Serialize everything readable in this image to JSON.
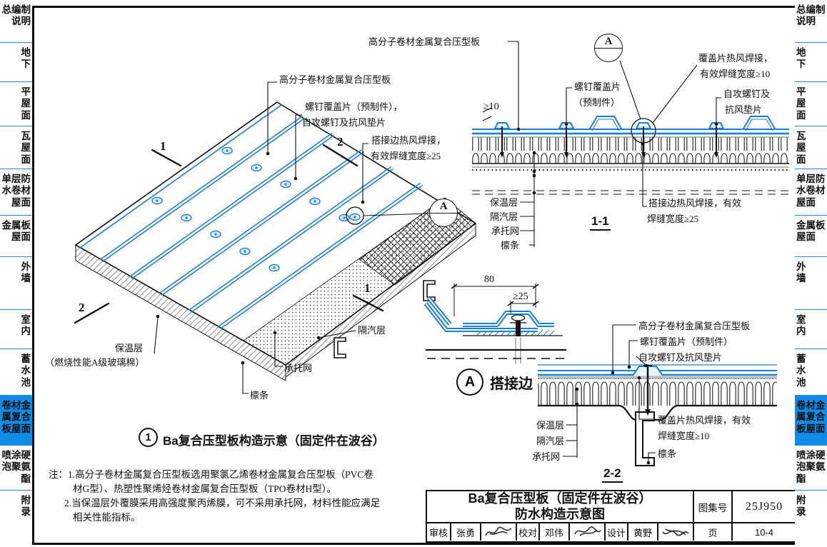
{
  "sidebar": {
    "items": [
      "总编制\n说明",
      "地\n下",
      "平\n屋\n面",
      "瓦\n屋\n面",
      "单层防\n水卷材\n屋面",
      "金属板\n屋面",
      "外\n墙",
      "室\n内",
      "蓄\n水\n池",
      "卷材金\n属复合\n板屋面",
      "喷涂硬\n泡聚氨\n酯",
      "附\n录"
    ],
    "active_index": 9,
    "active_color": "#0f8ce8"
  },
  "colors": {
    "drawing_blue": "#1b7fd6",
    "divider_blue": "#2f86d6"
  },
  "fig1": {
    "caption_num": "1",
    "caption": "Ba复合压型板构造示意（固定件在波谷）",
    "marker": "A",
    "cut_top_left": "1",
    "cut_top_right": "2",
    "cut_bottom_left": "2",
    "cut_bottom_right": "1",
    "labels": {
      "panel": "高分子卷材金属复合压型板",
      "cover_line1": "螺钉覆盖片（预制件），",
      "cover_line2": "自攻螺钉及抗风垫片",
      "lapweld_line1": "搭接边热风焊接，",
      "lapweld_line2": "有效焊缝宽度≥25",
      "insulation_line1": "保温层",
      "insulation_line2": "（燃烧性能A级玻璃棉）",
      "vapor": "隔汽层",
      "mesh": "承托网",
      "purlin": "檩条"
    }
  },
  "sec11": {
    "title": "1-1",
    "marker": "A",
    "dim_seam": "≥10",
    "labels": {
      "panel": "高分子卷材金属复合压型板",
      "coverweld_line1": "覆盖片热风焊接，",
      "coverweld_line2": "有效焊缝宽度≥10",
      "cover_line1": "螺钉覆盖片",
      "cover_line2": "（预制件）",
      "screw_line1": "自攻螺钉及",
      "screw_line2": "抗风垫片",
      "insulation": "保温层",
      "vapor": "隔汽层",
      "mesh": "承托网",
      "purlin": "檩条",
      "lapweld_line1": "搭接边热风焊接，有效",
      "lapweld_line2": "焊缝宽度≥25"
    }
  },
  "detailA": {
    "dim_80": "80",
    "dim_25": "≥25",
    "marker": "A",
    "caption": "搭接边"
  },
  "sec22": {
    "title": "2-2",
    "labels": {
      "panel": "高分子卷材金属复合压型板",
      "cover": "螺钉覆盖片（预制件）",
      "screw": "自攻螺钉及抗风垫片",
      "insulation": "保温层",
      "vapor": "隔汽层",
      "mesh": "承托网",
      "coverweld_line1": "覆盖片热风焊接，有效",
      "coverweld_line2": "焊缝宽度≥10",
      "purlin": "檩条"
    }
  },
  "notes": {
    "line1": "注：1.高分子卷材金属复合压型板选用聚氯乙烯卷材金属复合压型板（PVC卷",
    "line2": "材G型）、热塑性聚烯烃卷材金属复合压型板（TPO卷材H型）。",
    "line3": "2.当保温层外覆膜采用高强度聚丙烯膜，可不采用承托网，材料性能应满足",
    "line4": "相关性能指标。"
  },
  "titleblock": {
    "title_line1": "Ba复合压型板（固定件在波谷）",
    "title_line2": "防水构造示意图",
    "atlas_label": "图集号",
    "atlas_no": "25J950",
    "page_label": "页",
    "page_no": "10-4",
    "reviewer_label": "审核",
    "reviewer": "张勇",
    "checker_label": "校对",
    "checker": "邓伟",
    "designer_label": "设计",
    "designer": "黄野"
  }
}
